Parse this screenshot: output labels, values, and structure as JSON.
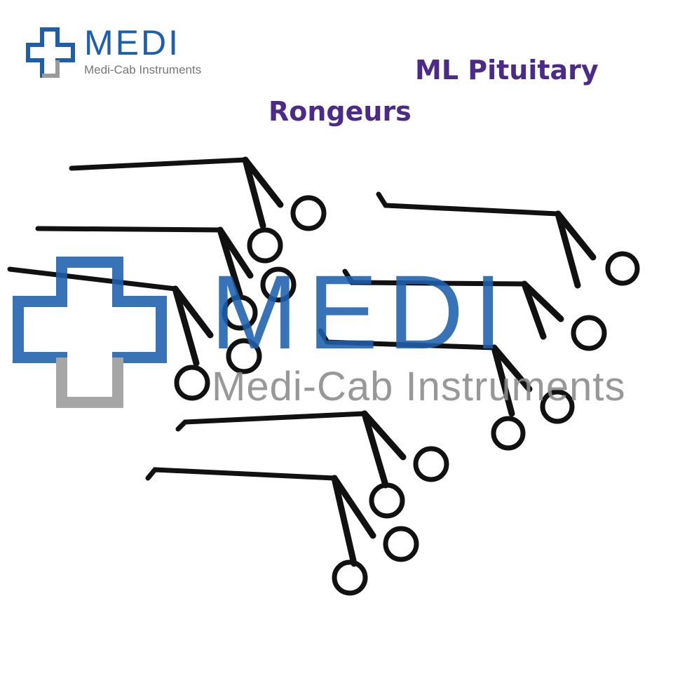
{
  "brand": {
    "name": "MEDI",
    "tagline": "Medi-Cab Instruments",
    "icon": "medical-cross-icon",
    "colors": {
      "primary": "#1d5fae",
      "secondary": "#8a8a8a",
      "title": "#4b2a8a"
    }
  },
  "title": {
    "line1": "ML Pituitary",
    "line2": "Rongeurs"
  },
  "instruments": [
    {
      "name": "pituitary-rongeur-1"
    },
    {
      "name": "pituitary-rongeur-2"
    },
    {
      "name": "pituitary-rongeur-3"
    },
    {
      "name": "pituitary-rongeur-4"
    },
    {
      "name": "pituitary-rongeur-5"
    },
    {
      "name": "pituitary-rongeur-6"
    },
    {
      "name": "pituitary-rongeur-7"
    },
    {
      "name": "pituitary-rongeur-8"
    }
  ],
  "watermark": {
    "word": "MEDI",
    "tagline": "Medi-Cab Instruments"
  }
}
